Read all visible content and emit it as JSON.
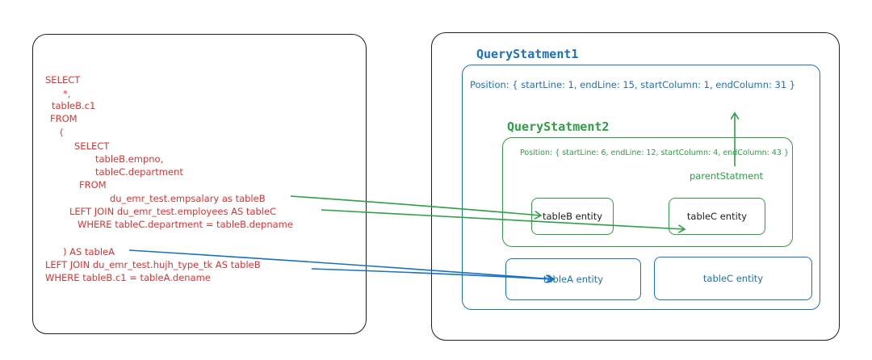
{
  "sql": {
    "lines": [
      "SELECT",
      "*,",
      "tableB.c1",
      "FROM",
      "(",
      "SELECT",
      "tableB.empno,",
      "tableC.department",
      "FROM",
      "du_emr_test.empsalary as tableB",
      "LEFT JOIN du_emr_test.employees AS tableC",
      "WHERE tableC.department = tableB.depname",
      ") AS tableA",
      "LEFT JOIN du_emr_test.hujh_type_tk AS tableB",
      "WHERE tableB.c1 = tableA.dename"
    ]
  },
  "query1": {
    "title": "QueryStatment1",
    "position": "Position: { startLine: 1, endLine: 15, startColumn: 1, endColumn: 31 }"
  },
  "query2": {
    "title": "QueryStatment2",
    "position": "Position: { startLine: 6, endLine: 12, startColumn: 4, endColumn: 43 }",
    "parent_label": "parentStatment"
  },
  "entities": {
    "q2_tableB": "tableB entity",
    "q2_tableC": "tableC entity",
    "q1_tableA": "tableA entity",
    "q1_tableC": "tableC entity"
  },
  "colors": {
    "sql": "#e03131",
    "blue": "#1971c2",
    "green": "#2f9e44",
    "outline": "#1e1e1e"
  }
}
